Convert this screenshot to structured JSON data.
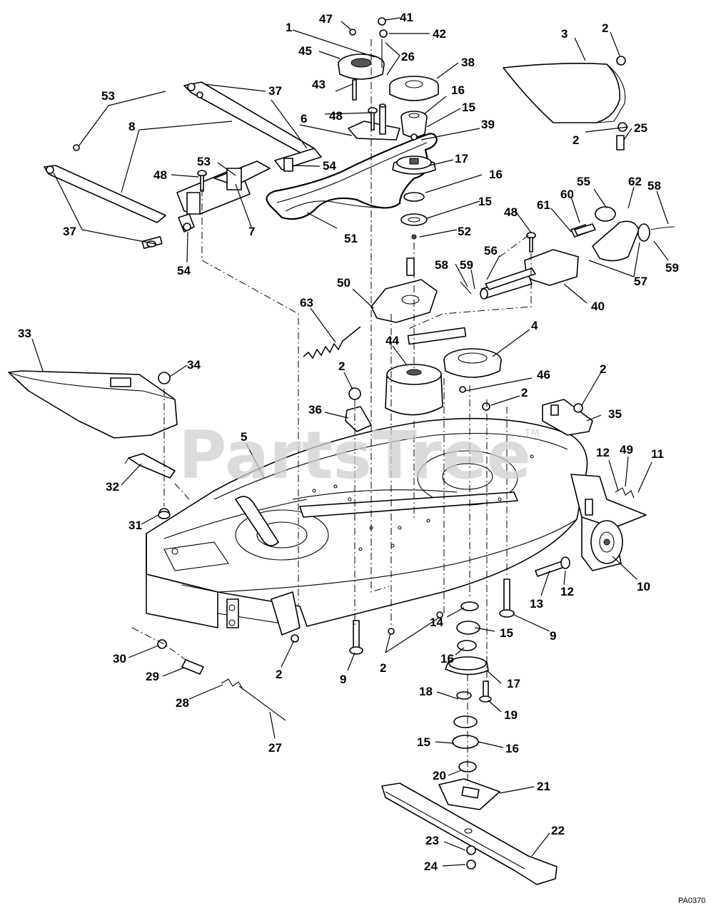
{
  "watermark": {
    "text": "PartsTree",
    "tm": "TM"
  },
  "drawing_code": "PA0370",
  "callouts": [
    {
      "id": "c47",
      "text": "47"
    },
    {
      "id": "c41",
      "text": "41"
    },
    {
      "id": "c1",
      "text": "1"
    },
    {
      "id": "c42",
      "text": "42"
    },
    {
      "id": "c26",
      "text": "26"
    },
    {
      "id": "c45",
      "text": "45"
    },
    {
      "id": "c38",
      "text": "38"
    },
    {
      "id": "c3",
      "text": "3"
    },
    {
      "id": "c2a",
      "text": "2"
    },
    {
      "id": "c53a",
      "text": "53"
    },
    {
      "id": "c37a",
      "text": "37"
    },
    {
      "id": "c43",
      "text": "43"
    },
    {
      "id": "c16a",
      "text": "16"
    },
    {
      "id": "c15a",
      "text": "15"
    },
    {
      "id": "c48a",
      "text": "48"
    },
    {
      "id": "c6",
      "text": "6"
    },
    {
      "id": "c39",
      "text": "39"
    },
    {
      "id": "c8",
      "text": "8"
    },
    {
      "id": "c2b",
      "text": "2"
    },
    {
      "id": "c25",
      "text": "25"
    },
    {
      "id": "c53b",
      "text": "53"
    },
    {
      "id": "c54a",
      "text": "54"
    },
    {
      "id": "c17a",
      "text": "17"
    },
    {
      "id": "c48b",
      "text": "48"
    },
    {
      "id": "c16b",
      "text": "16"
    },
    {
      "id": "c55",
      "text": "55"
    },
    {
      "id": "c62",
      "text": "62"
    },
    {
      "id": "c58a",
      "text": "58"
    },
    {
      "id": "c60",
      "text": "60"
    },
    {
      "id": "c61",
      "text": "61"
    },
    {
      "id": "c15b",
      "text": "15"
    },
    {
      "id": "c48c",
      "text": "48"
    },
    {
      "id": "c37b",
      "text": "37"
    },
    {
      "id": "c7",
      "text": "7"
    },
    {
      "id": "c51",
      "text": "51"
    },
    {
      "id": "c52",
      "text": "52"
    },
    {
      "id": "c54b",
      "text": "54"
    },
    {
      "id": "c56",
      "text": "56"
    },
    {
      "id": "c58b",
      "text": "58"
    },
    {
      "id": "c59a",
      "text": "59"
    },
    {
      "id": "c59b",
      "text": "59"
    },
    {
      "id": "c57",
      "text": "57"
    },
    {
      "id": "c50",
      "text": "50"
    },
    {
      "id": "c40",
      "text": "40"
    },
    {
      "id": "c63",
      "text": "63"
    },
    {
      "id": "c4",
      "text": "4"
    },
    {
      "id": "c33",
      "text": "33"
    },
    {
      "id": "c44",
      "text": "44"
    },
    {
      "id": "c34",
      "text": "34"
    },
    {
      "id": "c2c",
      "text": "2"
    },
    {
      "id": "c46",
      "text": "46"
    },
    {
      "id": "c2d",
      "text": "2"
    },
    {
      "id": "c2e",
      "text": "2"
    },
    {
      "id": "c36",
      "text": "36"
    },
    {
      "id": "c35",
      "text": "35"
    },
    {
      "id": "c5",
      "text": "5"
    },
    {
      "id": "c12a",
      "text": "12"
    },
    {
      "id": "c49",
      "text": "49"
    },
    {
      "id": "c11",
      "text": "11"
    },
    {
      "id": "c32",
      "text": "32"
    },
    {
      "id": "c31",
      "text": "31"
    },
    {
      "id": "c10",
      "text": "10"
    },
    {
      "id": "c13",
      "text": "13"
    },
    {
      "id": "c12b",
      "text": "12"
    },
    {
      "id": "c14",
      "text": "14"
    },
    {
      "id": "c15c",
      "text": "15"
    },
    {
      "id": "c9a",
      "text": "9"
    },
    {
      "id": "c30",
      "text": "30"
    },
    {
      "id": "c16c",
      "text": "16"
    },
    {
      "id": "c2f",
      "text": "2"
    },
    {
      "id": "c2g",
      "text": "2"
    },
    {
      "id": "c9b",
      "text": "9"
    },
    {
      "id": "c29",
      "text": "29"
    },
    {
      "id": "c17b",
      "text": "17"
    },
    {
      "id": "c28",
      "text": "28"
    },
    {
      "id": "c18",
      "text": "18"
    },
    {
      "id": "c19",
      "text": "19"
    },
    {
      "id": "c27",
      "text": "27"
    },
    {
      "id": "c15d",
      "text": "15"
    },
    {
      "id": "c16d",
      "text": "16"
    },
    {
      "id": "c20",
      "text": "20"
    },
    {
      "id": "c21",
      "text": "21"
    },
    {
      "id": "c22",
      "text": "22"
    },
    {
      "id": "c23",
      "text": "23"
    },
    {
      "id": "c24",
      "text": "24"
    }
  ]
}
